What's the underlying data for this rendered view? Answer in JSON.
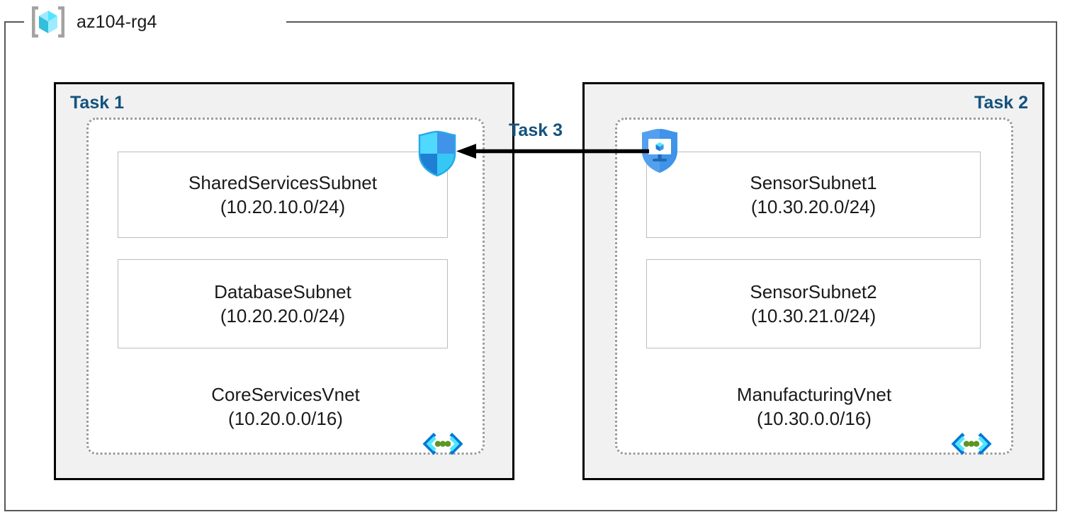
{
  "resource_group": {
    "name": "az104-rg4",
    "icon": "resource-group-cube-icon"
  },
  "tasks": [
    {
      "id": "task1",
      "label": "Task 1",
      "align": "left"
    },
    {
      "id": "task2",
      "label": "Task 2",
      "align": "right"
    },
    {
      "id": "task3",
      "label": "Task 3",
      "align": "center"
    }
  ],
  "vnets": [
    {
      "id": "vnet1",
      "name": "CoreServicesVnet",
      "cidr": "(10.20.0.0/16)",
      "task": "Task 1",
      "icon": "subnet-code-icon",
      "subnets": [
        {
          "name": "SharedServicesSubnet",
          "cidr": "(10.20.10.0/24)"
        },
        {
          "name": "DatabaseSubnet",
          "cidr": "(10.20.20.0/24)"
        }
      ]
    },
    {
      "id": "vnet2",
      "name": "ManufacturingVnet",
      "cidr": "(10.30.0.0/16)",
      "task": "Task 2",
      "icon": "subnet-code-icon",
      "subnets": [
        {
          "name": "SensorSubnet1",
          "cidr": "(10.30.20.0/24)"
        },
        {
          "name": "SensorSubnet2",
          "cidr": "(10.30.21.0/24)"
        }
      ]
    }
  ],
  "icons": {
    "nsg_shield": "network-security-group-shield-icon",
    "vm_shield": "virtual-machine-shield-icon",
    "subnet_code": "subnet-code-icon",
    "resource_group": "resource-group-cube-icon"
  },
  "connection": {
    "label": "Task 3",
    "direction": "right-to-left",
    "from": "ManufacturingVnet",
    "to": "CoreServicesVnet"
  },
  "colors": {
    "task_label": "#14527e",
    "task_box_fill": "#f1f1f1",
    "task_box_border": "#000000",
    "vnet_border": "#9b9b9b",
    "subnet_border": "#bdbdbd",
    "frame_border": "#585858",
    "arrow": "#000000",
    "azure_cyan": "#50e6ff",
    "azure_blue": "#0078d4",
    "icon_green": "#5e9624"
  }
}
